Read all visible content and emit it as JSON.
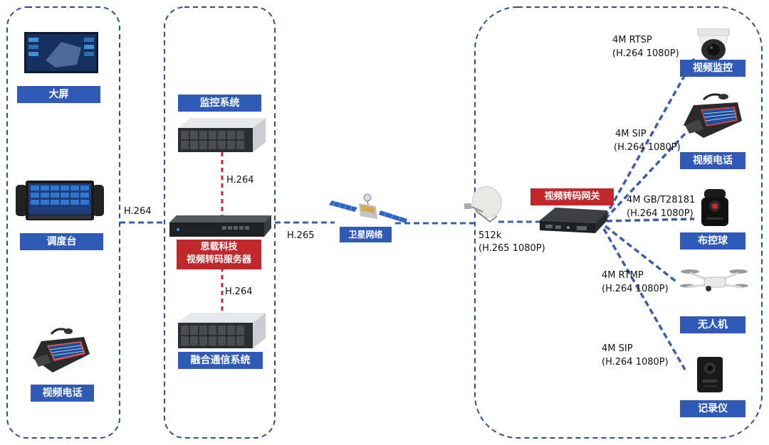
{
  "left_panel": {
    "screen_label": "大屏",
    "console_label": "调度台",
    "videophone_label": "视频电话",
    "link_protocol": "H.264"
  },
  "middle_panel": {
    "monitoring_label": "监控系统",
    "server_label_line1": "思载科技",
    "server_label_line2": "视频转码服务器",
    "converged_label": "融合通信系统",
    "upper_protocol": "H.264",
    "lower_protocol": "H.264",
    "out_protocol": "H.265"
  },
  "satellite": {
    "label": "卫星网络",
    "link_rate": "512k",
    "link_spec": "(H.265 1080P)"
  },
  "right_panel": {
    "gateway_label": "视频转码网关",
    "devices": [
      {
        "label": "视频监控",
        "proto": "4M RTSP",
        "spec": "(H.264 1080P)"
      },
      {
        "label": "视频电话",
        "proto": "4M SIP",
        "spec": "(H.264 1080P)"
      },
      {
        "label": "布控球",
        "proto": "4M GB/T28181",
        "spec": "(H.264 1080P)"
      },
      {
        "label": "无人机",
        "proto": "4M RTMP",
        "spec": "(H.264 1080P)"
      },
      {
        "label": "记录仪",
        "proto": "4M SIP",
        "spec": "(H.264 1080P)"
      }
    ]
  },
  "colors": {
    "blue": "#2f5bb7",
    "red": "#c0282c",
    "dash": "#3a5ea8"
  }
}
